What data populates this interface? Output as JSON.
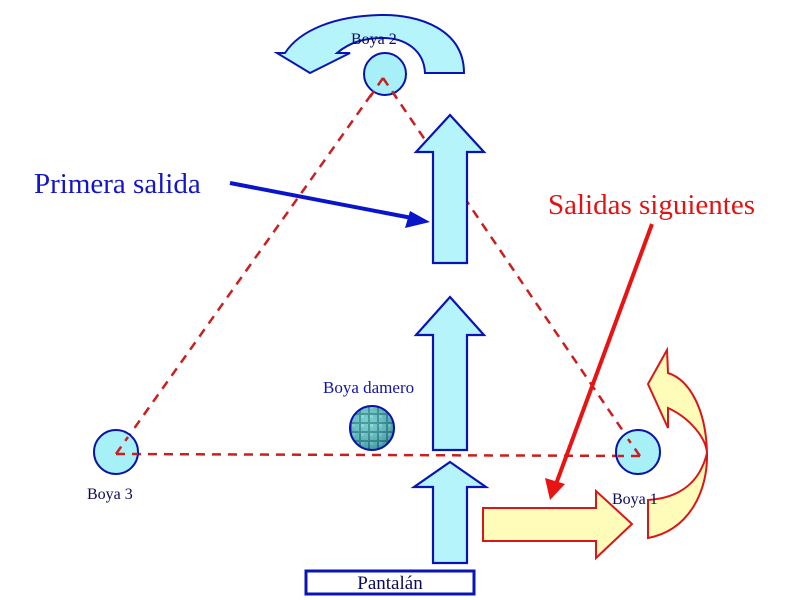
{
  "title_labels": {
    "primera_salida": "Primera salida",
    "salidas_siguientes": "Salidas siguientes"
  },
  "buoys": {
    "boya1": "Boya 1",
    "boya2": "Boya 2",
    "boya3": "Boya 3",
    "damero": "Boya damero"
  },
  "dock": {
    "label": "Pantalán"
  },
  "colors": {
    "buoy_fill": "#a8f0f8",
    "buoy_stroke": "#0a14a8",
    "arrow_blue_fill": "#b4f4fa",
    "arrow_blue_stroke": "#0a14b4",
    "arrow_yellow_fill": "#fffbb8",
    "arrow_yellow_stroke": "#d81818",
    "course_line": "#c82020",
    "primera_text": "#1414c8",
    "salidas_text": "#e01414",
    "label_text": "#0a0a5a"
  }
}
